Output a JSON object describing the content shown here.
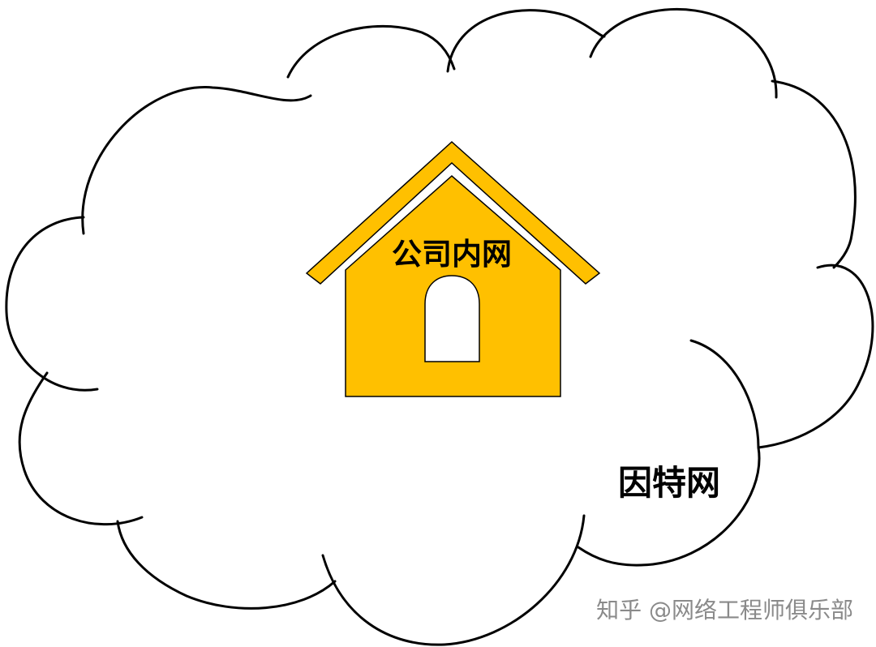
{
  "diagram": {
    "cloud_label": "因特网",
    "house_label": "公司内网",
    "watermark": "知乎 @网络工程师俱乐部"
  },
  "colors": {
    "house_fill": "#FFC000",
    "house_stroke": "#000000",
    "cloud_stroke": "#000000",
    "background": "#FFFFFF",
    "watermark": "#8A8A8A"
  }
}
